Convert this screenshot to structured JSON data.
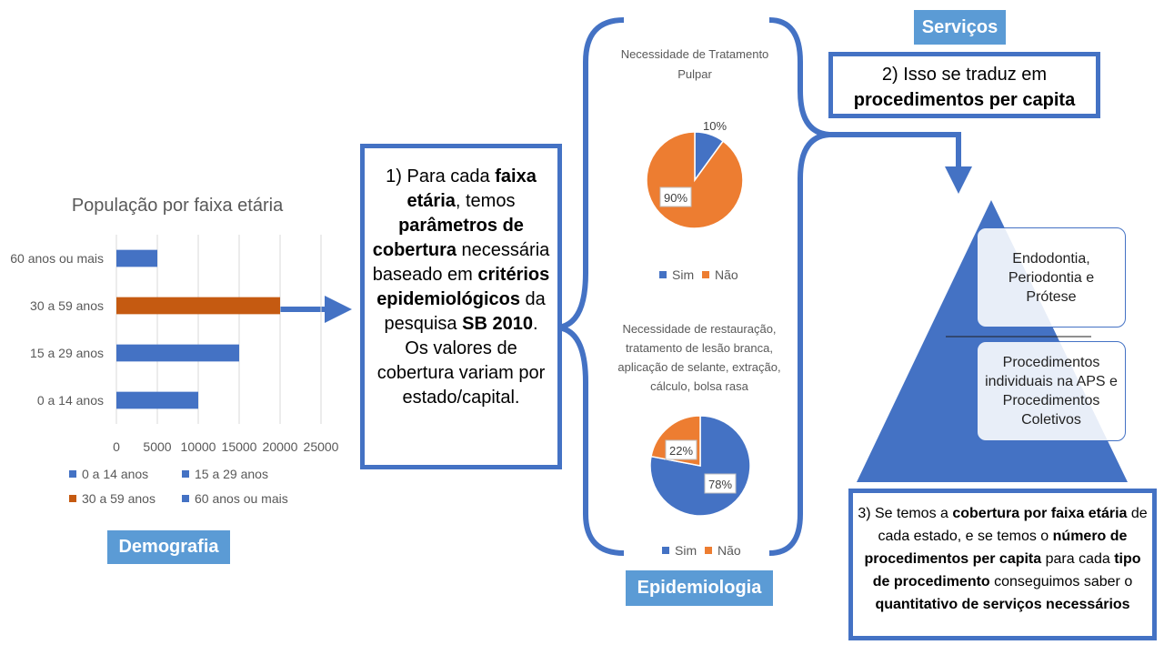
{
  "demografia": {
    "label": "Demografia",
    "chart_title": "População por faixa etária",
    "legend": [
      "0 a 14 anos",
      "15 a 29 anos",
      "30 a 59 anos",
      "60 anos ou mais"
    ]
  },
  "chart_data": [
    {
      "type": "bar",
      "orientation": "horizontal",
      "title": "População por faixa etária",
      "categories": [
        "0 a 14 anos",
        "15 a 29 anos",
        "30 a 59 anos",
        "60 anos ou mais"
      ],
      "values": [
        10000,
        15000,
        20000,
        5000
      ],
      "colors": [
        "#4472c4",
        "#4472c4",
        "#c55a11",
        "#4472c4"
      ],
      "xlim": [
        0,
        25000
      ],
      "xticks": [
        "0",
        "5000",
        "10000",
        "15000",
        "20000",
        "25000"
      ],
      "grid": true,
      "legend_position": "bottom"
    },
    {
      "type": "pie",
      "title": "Necessidade de Tratamento Pulpar",
      "labels": [
        "Sim",
        "Não"
      ],
      "values": [
        10,
        90
      ],
      "value_labels": [
        "10%",
        "90%"
      ],
      "colors": [
        "#4472c4",
        "#ed7d31"
      ],
      "legend_position": "bottom"
    },
    {
      "type": "pie",
      "title": "Necessidade de restauração, tratamento de lesão branca, aplicação de selante, extração, cálculo, bolsa rasa",
      "labels": [
        "Sim",
        "Não"
      ],
      "values": [
        78,
        22
      ],
      "value_labels": [
        "78%",
        "22%"
      ],
      "colors": [
        "#4472c4",
        "#ed7d31"
      ],
      "legend_position": "bottom"
    }
  ],
  "step1": {
    "text_html": "1) Para cada <b>faixa etária</b>, temos <b>parâmetros de cobertura</b> necessária baseado em <b>critérios epidemiológicos</b> da pesquisa <b>SB 2010</b>. Os valores de cobertura variam por estado/capital."
  },
  "epidemiologia": {
    "label": "Epidemiologia",
    "pie1_title": "Necessidade de Tratamento Pulpar",
    "pie2_title_lines": [
      "Necessidade de restauração,",
      "tratamento de lesão branca,",
      "aplicação de selante, extração,",
      "cálculo, bolsa rasa"
    ],
    "legend": [
      "Sim",
      "Não"
    ]
  },
  "servicos": {
    "label": "Serviços",
    "step2_line1": "2) Isso se traduz em",
    "step2_line2": "procedimentos per capita",
    "tier_top": "Endodontia, Periodontia e Prótese",
    "tier_bottom": "Procedimentos individuais na APS e Procedimentos Coletivos"
  },
  "step3": {
    "text_html": "3) Se temos a <b>cobertura por faixa etária</b> de cada estado, e se temos o <b>número de procedimentos per capita</b> para cada <b>tipo de procedimento</b> conseguimos saber o <b>quantitativo de serviços necessários</b>"
  }
}
